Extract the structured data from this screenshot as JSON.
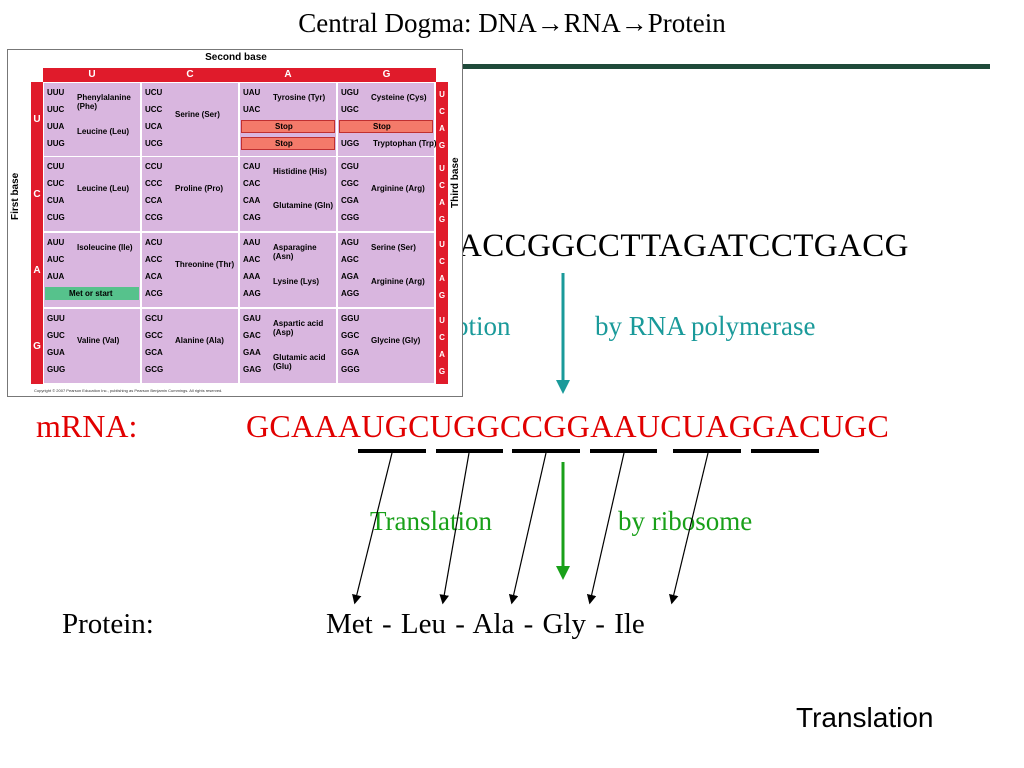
{
  "title": "Central Dogma: DNA→RNA→Protein",
  "dna_sequence": "ACCGGCCTTAGATCCTGACG",
  "transcription": {
    "partial_label": "ption",
    "by_label": "by RNA polymerase"
  },
  "mrna": {
    "label": "mRNA:",
    "sequence": "GCAAAUGCUGGCCGGAAUCUAGGACUGC"
  },
  "translation": {
    "label": "Translation",
    "by_label": "by ribosome"
  },
  "protein": {
    "label": "Protein:",
    "sequence": "Met - Leu - Ala - Gly -  Ile"
  },
  "footer": "Translation",
  "colors": {
    "mrna": "#e10000",
    "transcription": "#1a9a9a",
    "translation": "#19a019",
    "rule": "#1f4a3a"
  },
  "codon_table": {
    "second_base_label": "Second base",
    "first_base_label": "First base",
    "third_base_label": "Third base",
    "bases": [
      "U",
      "C",
      "A",
      "G"
    ],
    "copyright": "Copyright © 2007 Pearson Education Inc., publishing as Pearson Benjamin Cummings. All rights reserved.",
    "blocks": [
      {
        "codons": [
          "UUU",
          "UUC",
          "UUA",
          "UUG"
        ],
        "aa": [
          "Phenylalanine (Phe)",
          "Leucine (Leu)"
        ]
      },
      {
        "codons": [
          "UCU",
          "UCC",
          "UCA",
          "UCG"
        ],
        "aa": [
          "Serine (Ser)"
        ]
      },
      {
        "codons": [
          "UAU",
          "UAC",
          "UAA",
          "UAG"
        ],
        "aa": [
          "Tyrosine (Tyr)",
          "Stop",
          "Stop"
        ]
      },
      {
        "codons": [
          "UGU",
          "UGC",
          "UGA",
          "UGG"
        ],
        "aa": [
          "Cysteine (Cys)",
          "Stop",
          "Tryptophan (Trp)"
        ]
      },
      {
        "codons": [
          "CUU",
          "CUC",
          "CUA",
          "CUG"
        ],
        "aa": [
          "Leucine (Leu)"
        ]
      },
      {
        "codons": [
          "CCU",
          "CCC",
          "CCA",
          "CCG"
        ],
        "aa": [
          "Proline (Pro)"
        ]
      },
      {
        "codons": [
          "CAU",
          "CAC",
          "CAA",
          "CAG"
        ],
        "aa": [
          "Histidine (His)",
          "Glutamine (Gln)"
        ]
      },
      {
        "codons": [
          "CGU",
          "CGC",
          "CGA",
          "CGG"
        ],
        "aa": [
          "Arginine (Arg)"
        ]
      },
      {
        "codons": [
          "AUU",
          "AUC",
          "AUA",
          "AUG"
        ],
        "aa": [
          "Isoleucine (Ile)",
          "Met or start"
        ]
      },
      {
        "codons": [
          "ACU",
          "ACC",
          "ACA",
          "ACG"
        ],
        "aa": [
          "Threonine (Thr)"
        ]
      },
      {
        "codons": [
          "AAU",
          "AAC",
          "AAA",
          "AAG"
        ],
        "aa": [
          "Asparagine (Asn)",
          "Lysine (Lys)"
        ]
      },
      {
        "codons": [
          "AGU",
          "AGC",
          "AGA",
          "AGG"
        ],
        "aa": [
          "Serine (Ser)",
          "Arginine (Arg)"
        ]
      },
      {
        "codons": [
          "GUU",
          "GUC",
          "GUA",
          "GUG"
        ],
        "aa": [
          "Valine (Val)"
        ]
      },
      {
        "codons": [
          "GCU",
          "GCC",
          "GCA",
          "GCG"
        ],
        "aa": [
          "Alanine (Ala)"
        ]
      },
      {
        "codons": [
          "GAU",
          "GAC",
          "GAA",
          "GAG"
        ],
        "aa": [
          "Aspartic acid (Asp)",
          "Glutamic acid (Glu)"
        ]
      },
      {
        "codons": [
          "GGU",
          "GGC",
          "GGA",
          "GGG"
        ],
        "aa": [
          "Glycine (Gly)"
        ]
      }
    ]
  }
}
